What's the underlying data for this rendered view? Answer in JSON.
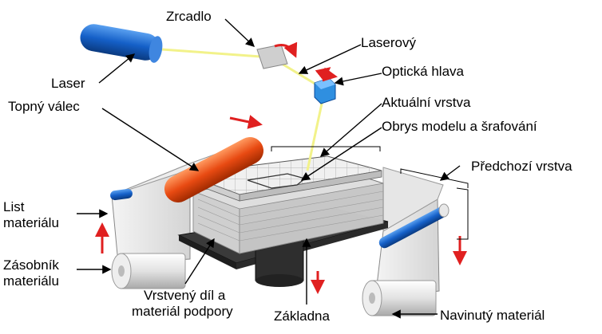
{
  "labels": {
    "zrcadlo": "Zrcadlo",
    "laserovy": "Laserový",
    "opticka_hlava": "Optická hlava",
    "laser": "Laser",
    "topny_valec": "Topný válec",
    "aktualni_vrstva": "Aktuální vrstva",
    "obrys": "Obrys modelu a šrafování",
    "predchozi_vrstva": "Předchozí vrstva",
    "list_line1": "List",
    "list_line2": "materiálu",
    "zasobnik_line1": "Zásobník",
    "zasobnik_line2": "materiálu",
    "vrstveny_line1": "Vrstvený díl a",
    "vrstveny_line2": "materiál podpory",
    "zakladna": "Základna",
    "navinuty": "Navinutý materiál"
  },
  "colors": {
    "laser_body": "#1560c8",
    "laser_beam": "#f2f28a",
    "heated_roller": "#e84a12",
    "arrow_red": "#e02020",
    "optic_head": "#2f8fe0",
    "platform": "#2a2a2a"
  }
}
